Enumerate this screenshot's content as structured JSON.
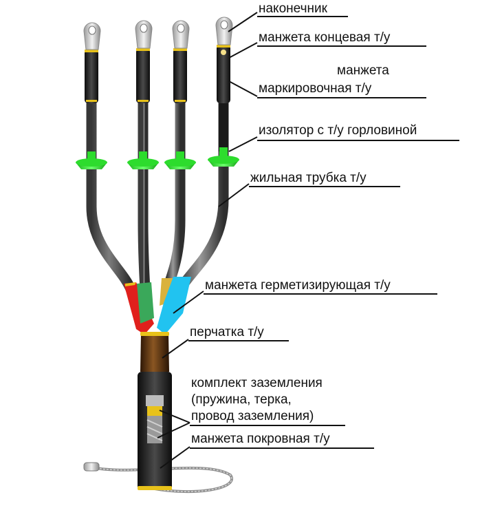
{
  "labels": {
    "lug": "наконечник",
    "end_cuff": "манжета концевая т/у",
    "marking_cuff_line1": "манжета",
    "marking_cuff_line2": "маркировочная т/у",
    "insulator": "изолятор с т/у горловиной",
    "core_tube": "жильная трубка т/у",
    "sealing_cuff": "манжета герметизирующая т/у",
    "glove": "перчатка т/у",
    "grounding_line1": "комплект заземления",
    "grounding_line2": "(пружина,  терка,",
    "grounding_line3": "провод заземления)",
    "cover_cuff": "манжета покровная т/у"
  },
  "colors": {
    "core_red": "#e0201c",
    "core_green": "#3aa85a",
    "core_yellow": "#d9b23c",
    "core_cyan": "#21c3f0",
    "insulator": "#2ddc2d",
    "glove": "#5a3212",
    "tube_gray": "#6f6f6f",
    "black": "#1a1a1a",
    "yellow_ring": "#e8c21a"
  }
}
